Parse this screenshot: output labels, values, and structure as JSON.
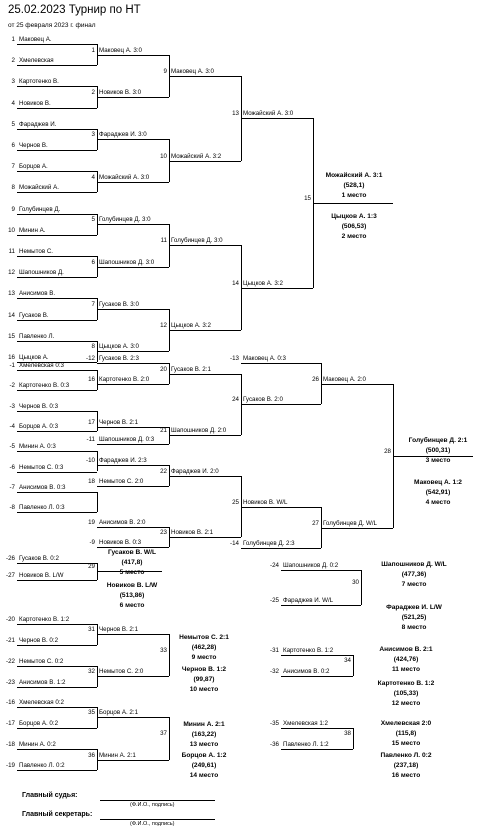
{
  "title": "25.02.2023 Турнир по НТ",
  "subtitle": "от 25 февраля 2023 г. финал",
  "rows": [
    {
      "n": "1",
      "name": "Маковец А."
    },
    {
      "n": "2",
      "name": "Хмелевская"
    },
    {
      "n": "3",
      "name": "Картотенко В."
    },
    {
      "n": "4",
      "name": "Новиков В."
    },
    {
      "n": "5",
      "name": "Фараджев И."
    },
    {
      "n": "6",
      "name": "Чернов В."
    },
    {
      "n": "7",
      "name": "Борцов А."
    },
    {
      "n": "8",
      "name": "Можайский А."
    },
    {
      "n": "9",
      "name": "Голубинцев Д."
    },
    {
      "n": "10",
      "name": "Минин А."
    },
    {
      "n": "11",
      "name": "Немытов С."
    },
    {
      "n": "12",
      "name": "Шапошников Д."
    },
    {
      "n": "13",
      "name": "Анисимов В."
    },
    {
      "n": "14",
      "name": "Гусаков В."
    },
    {
      "n": "15",
      "name": "Павленко Л."
    },
    {
      "n": "16",
      "name": "Цыцков А."
    },
    {
      "n": "-1",
      "name": "Хмелевская 0:3"
    },
    {
      "n": "-2",
      "name": "Картотенко В. 0:3"
    },
    {
      "n": "-3",
      "name": "Чернов В. 0:3"
    },
    {
      "n": "-4",
      "name": "Борцов А. 0:3"
    },
    {
      "n": "-5",
      "name": "Минин А. 0:3"
    },
    {
      "n": "-6",
      "name": "Немытов С. 0:3"
    },
    {
      "n": "-7",
      "name": "Анисимов В. 0:3"
    },
    {
      "n": "-8",
      "name": "Павленко Л. 0:3"
    },
    {
      "n": "-26",
      "name": "Гусаков В. 0:2"
    },
    {
      "n": "-27",
      "name": "Новиков В. L/W"
    }
  ],
  "cons_rows": [
    {
      "n": "-20",
      "name": "Картотенко В. 1:2"
    },
    {
      "n": "-21",
      "name": "Чернов В. 0:2"
    },
    {
      "n": "-22",
      "name": "Немытов С. 0:2"
    },
    {
      "n": "-23",
      "name": "Анисимов В. 1:2"
    },
    {
      "n": "-16",
      "name": "Хмелевская 0:2"
    },
    {
      "n": "-17",
      "name": "Борцов А. 0:2"
    },
    {
      "n": "-18",
      "name": "Минин А. 0:2"
    },
    {
      "n": "-19",
      "name": "Павленко Л. 0:2"
    }
  ],
  "matches": [
    {
      "n": "1",
      "name": "Маковец А. 3:0"
    },
    {
      "n": "2",
      "name": "Новиков В. 3:0"
    },
    {
      "n": "3",
      "name": "Фараджев И. 3:0"
    },
    {
      "n": "4",
      "name": "Можайский А. 3:0"
    },
    {
      "n": "5",
      "name": "Голубинцев Д. 3:0"
    },
    {
      "n": "6",
      "name": "Шапошников Д. 3:0"
    },
    {
      "n": "7",
      "name": "Гусаков В. 3:0"
    },
    {
      "n": "8",
      "name": "Цыцков А. 3:0"
    },
    {
      "n": "9",
      "name": "Маковец А. 3:0"
    },
    {
      "n": "10",
      "name": "Можайский А. 3:2"
    },
    {
      "n": "11",
      "name": "Голубинцев Д. 3:0"
    },
    {
      "n": "12",
      "name": "Цыцков А. 3:2"
    },
    {
      "n": "13",
      "name": "Можайский А. 3:0"
    },
    {
      "n": "14",
      "name": "Цыцков А. 3:2"
    },
    {
      "n": "15",
      "name": ""
    }
  ],
  "lower": [
    {
      "n": "-12",
      "name": "Гусаков В. 2:3"
    },
    {
      "n": "16",
      "name": "Картотенко В. 2:0"
    },
    {
      "n": "17",
      "name": "Чернов В. 2:1"
    },
    {
      "n": "-11",
      "name": "Шапошников Д. 0:3"
    },
    {
      "n": "-10",
      "name": "Фараджев И. 2:3"
    },
    {
      "n": "18",
      "name": "Немытов С. 2:0"
    },
    {
      "n": "19",
      "name": "Анисимов В. 2:0"
    },
    {
      "n": "-9",
      "name": "Новиков В. 0:3"
    },
    {
      "n": "20",
      "name": "Гусаков В. 2:1"
    },
    {
      "n": "21",
      "name": "Шапошников Д. 2:0"
    },
    {
      "n": "22",
      "name": "Фараджев И. 2:0"
    },
    {
      "n": "23",
      "name": "Новиков В. 2:1"
    },
    {
      "n": "-13",
      "name": "Маковец А. 0:3"
    },
    {
      "n": "24",
      "name": "Гусаков В. 2:0"
    },
    {
      "n": "25",
      "name": "Новиков В. W/L"
    },
    {
      "n": "-14",
      "name": "Голубинцев Д. 2:3"
    },
    {
      "n": "26",
      "name": "Маковец А. 2:0"
    },
    {
      "n": "27",
      "name": "Голубинцев Д. W/L"
    },
    {
      "n": "28",
      "name": ""
    }
  ],
  "cons": [
    {
      "n": "31",
      "name": "Чернов В. 2:1"
    },
    {
      "n": "32",
      "name": "Немытов С. 2:0"
    },
    {
      "n": "33",
      "name": ""
    },
    {
      "n": "35",
      "name": "Борцов А. 2:1"
    },
    {
      "n": "36",
      "name": "Минин А. 2:1"
    },
    {
      "n": "37",
      "name": ""
    },
    {
      "n": "29",
      "name": ""
    },
    {
      "n": "-24",
      "name": "Шапошников Д. 0:2"
    },
    {
      "n": "-25",
      "name": "Фараджев И. W/L"
    },
    {
      "n": "30",
      "name": ""
    },
    {
      "n": "-31",
      "name": "Картотенко В. 1:2"
    },
    {
      "n": "-32",
      "name": "Анисимов В. 0:2"
    },
    {
      "n": "34",
      "name": ""
    },
    {
      "n": "-35",
      "name": "Хмелевская 1:2"
    },
    {
      "n": "-36",
      "name": "Павленко Л. 1:2"
    },
    {
      "n": "38",
      "name": ""
    }
  ],
  "results": [
    {
      "line1": "Можайский А. 3:1",
      "line2": "(528,1)",
      "line3": "1 место"
    },
    {
      "line1": "Цыцков А. 1:3",
      "line2": "(506,53)",
      "line3": "2 место"
    },
    {
      "line1": "Голубинцев Д. 2:1",
      "line2": "(500,31)",
      "line3": "3 место"
    },
    {
      "line1": "Маковец А. 1:2",
      "line2": "(542,91)",
      "line3": "4 место"
    },
    {
      "line1": "Гусаков В. W/L",
      "line2": "(417,8)",
      "line3": "5 место"
    },
    {
      "line1": "Новиков В. L/W",
      "line2": "(513,86)",
      "line3": "6 место"
    },
    {
      "line1": "Шапошников Д. W/L",
      "line2": "(477,36)",
      "line3": "7 место"
    },
    {
      "line1": "Фараджев И. L/W",
      "line2": "(521,25)",
      "line3": "8 место"
    },
    {
      "line1": "Немытов С. 2:1",
      "line2": "(462,28)",
      "line3": "9 место"
    },
    {
      "line1": "Чернов В. 1:2",
      "line2": "(99,87)",
      "line3": "10 место"
    },
    {
      "line1": "Анисимов В. 2:1",
      "line2": "(424,76)",
      "line3": "11 место"
    },
    {
      "line1": "Картотенко В. 1:2",
      "line2": "(105,33)",
      "line3": "12 место"
    },
    {
      "line1": "Минин А. 2:1",
      "line2": "(163,22)",
      "line3": "13 место"
    },
    {
      "line1": "Борцов А. 1:2",
      "line2": "(249,61)",
      "line3": "14 место"
    },
    {
      "line1": "Хмелевская 2:0",
      "line2": "(115,8)",
      "line3": "15 место"
    },
    {
      "line1": "Павленко Л. 0:2",
      "line2": "(237,18)",
      "line3": "16 место"
    }
  ],
  "footer": {
    "judge_label": "Главный судья:",
    "secretary_label": "Главный секретарь:",
    "sig_hint": "(Ф.И.О., подпись)"
  }
}
